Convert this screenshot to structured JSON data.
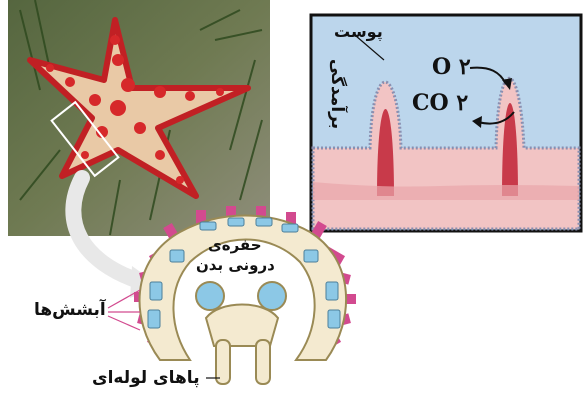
{
  "inset": {
    "skin_label": "پوست",
    "papula_label": "برآمدگی",
    "oxygen_label": "O ۲",
    "co2_label": "CO ۲"
  },
  "cross_section": {
    "cavity_label_line1": "حفره‌ی",
    "cavity_label_line2": "درونی بدن",
    "gills_label": "آبشش‌ها",
    "tube_feet_label": "پاهای لوله‌ای"
  },
  "colors": {
    "seawater": "#bcd6ec",
    "tissue": "#f2c4c4",
    "papula_fill": "#c83a4a",
    "outer_skin": "#d24a8f",
    "cavity_blue": "#8cc8e6",
    "starfish_red": "#d6282a",
    "starfish_cream": "#e9c9a6",
    "background_photo": "#4b5a36"
  }
}
